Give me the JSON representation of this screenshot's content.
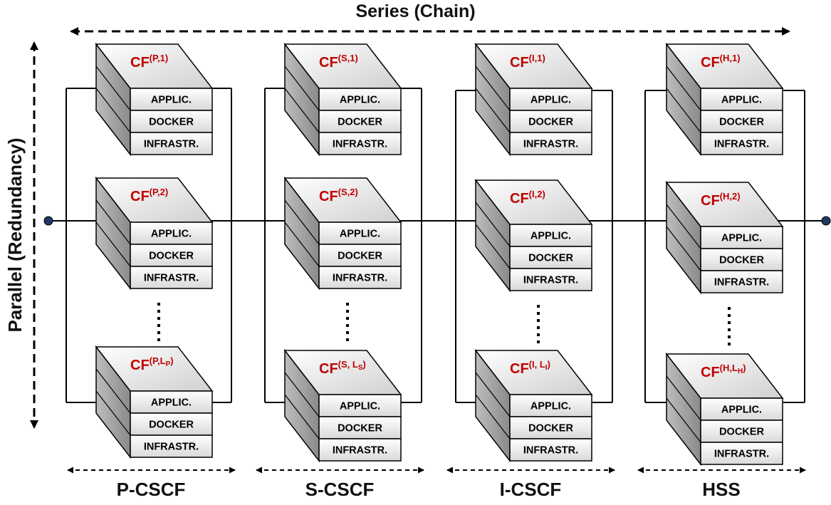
{
  "title_series": "Series (Chain)",
  "title_parallel": "Parallel (Redundancy)",
  "layer_labels": {
    "app": "APPLIC.",
    "docker": "DOCKER",
    "infra": "INFRASTR."
  },
  "colors": {
    "cf_label": "#c00000",
    "stroke": "#000000",
    "cube_face_light": "#f2f2f2",
    "cube_face_dark": "#8c8c8c"
  },
  "groups": [
    {
      "label": "P-CSCF",
      "cubes": [
        {
          "base": "CF",
          "sup": "(P,1)",
          "sub": ""
        },
        {
          "base": "CF",
          "sup": "(P,2)",
          "sub": ""
        },
        {
          "base": "CF",
          "sup": "(P,L",
          "sub": "P",
          "close": ")"
        }
      ]
    },
    {
      "label": "S-CSCF",
      "cubes": [
        {
          "base": "CF",
          "sup": "(S,1)",
          "sub": ""
        },
        {
          "base": "CF",
          "sup": "(S,2)",
          "sub": ""
        },
        {
          "base": "CF",
          "sup": "(S, L",
          "sub": "S",
          "close": ")"
        }
      ]
    },
    {
      "label": "I-CSCF",
      "cubes": [
        {
          "base": "CF",
          "sup": "(I,1)",
          "sub": ""
        },
        {
          "base": "CF",
          "sup": "(I,2)",
          "sub": ""
        },
        {
          "base": "CF",
          "sup": "(I, L",
          "sub": "I",
          "close": ")"
        }
      ]
    },
    {
      "label": "HSS",
      "cubes": [
        {
          "base": "CF",
          "sup": "(H,1)",
          "sub": ""
        },
        {
          "base": "CF",
          "sup": "(H,2)",
          "sub": ""
        },
        {
          "base": "CF",
          "sup": "(H,L",
          "sub": "H",
          "close": ")"
        }
      ]
    }
  ]
}
